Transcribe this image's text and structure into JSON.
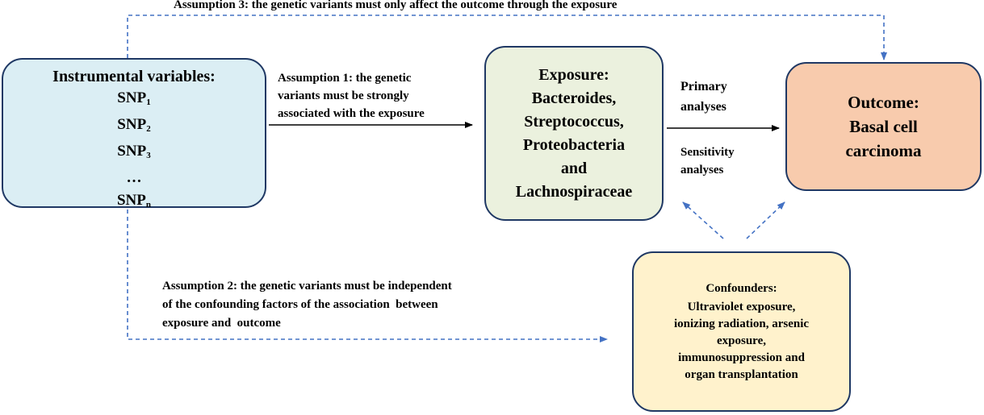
{
  "instrumental": {
    "title": "Instrumental variables:",
    "snps": [
      {
        "base": "SNP",
        "sub": "1"
      },
      {
        "base": "SNP",
        "sub": "2"
      },
      {
        "base": "SNP",
        "sub": "3"
      },
      {
        "base": "…",
        "sub": ""
      },
      {
        "base": "SNP",
        "sub": "n"
      }
    ]
  },
  "exposure": {
    "lines": [
      "Exposure:",
      "Bacteroides,",
      "Streptococcus,",
      "Proteobacteria",
      "and",
      "Lachnospiraceae"
    ]
  },
  "outcome": {
    "lines": [
      "Outcome:",
      "Basal cell",
      "carcinoma"
    ]
  },
  "confounders": {
    "title": "Confounders:",
    "lines": [
      "Ultraviolet exposure,",
      "ionizing radiation, arsenic",
      "exposure,",
      "immunosuppression and",
      "organ transplantation"
    ]
  },
  "assumptions": {
    "a1": [
      "Assumption 1: the genetic",
      "variants must be strongly",
      "associated with the exposure"
    ],
    "a2": [
      "Assumption 2: the genetic variants must be independent",
      "of the confounding factors of the association  between",
      "exposure and  outcome"
    ],
    "a3": "Assumption 3:  the genetic variants must only affect the outcome through the exposure"
  },
  "analyses": {
    "primary": [
      "Primary",
      "analyses"
    ],
    "sensitivity": [
      "Sensitivity",
      "analyses"
    ]
  },
  "colors": {
    "border": "#1f3864",
    "dashed": "#4472c4",
    "instrumental_fill": "#dbeef4",
    "exposure_fill": "#ebf1de",
    "outcome_fill": "#f8cbad",
    "confounders_fill": "#fff2cc"
  }
}
